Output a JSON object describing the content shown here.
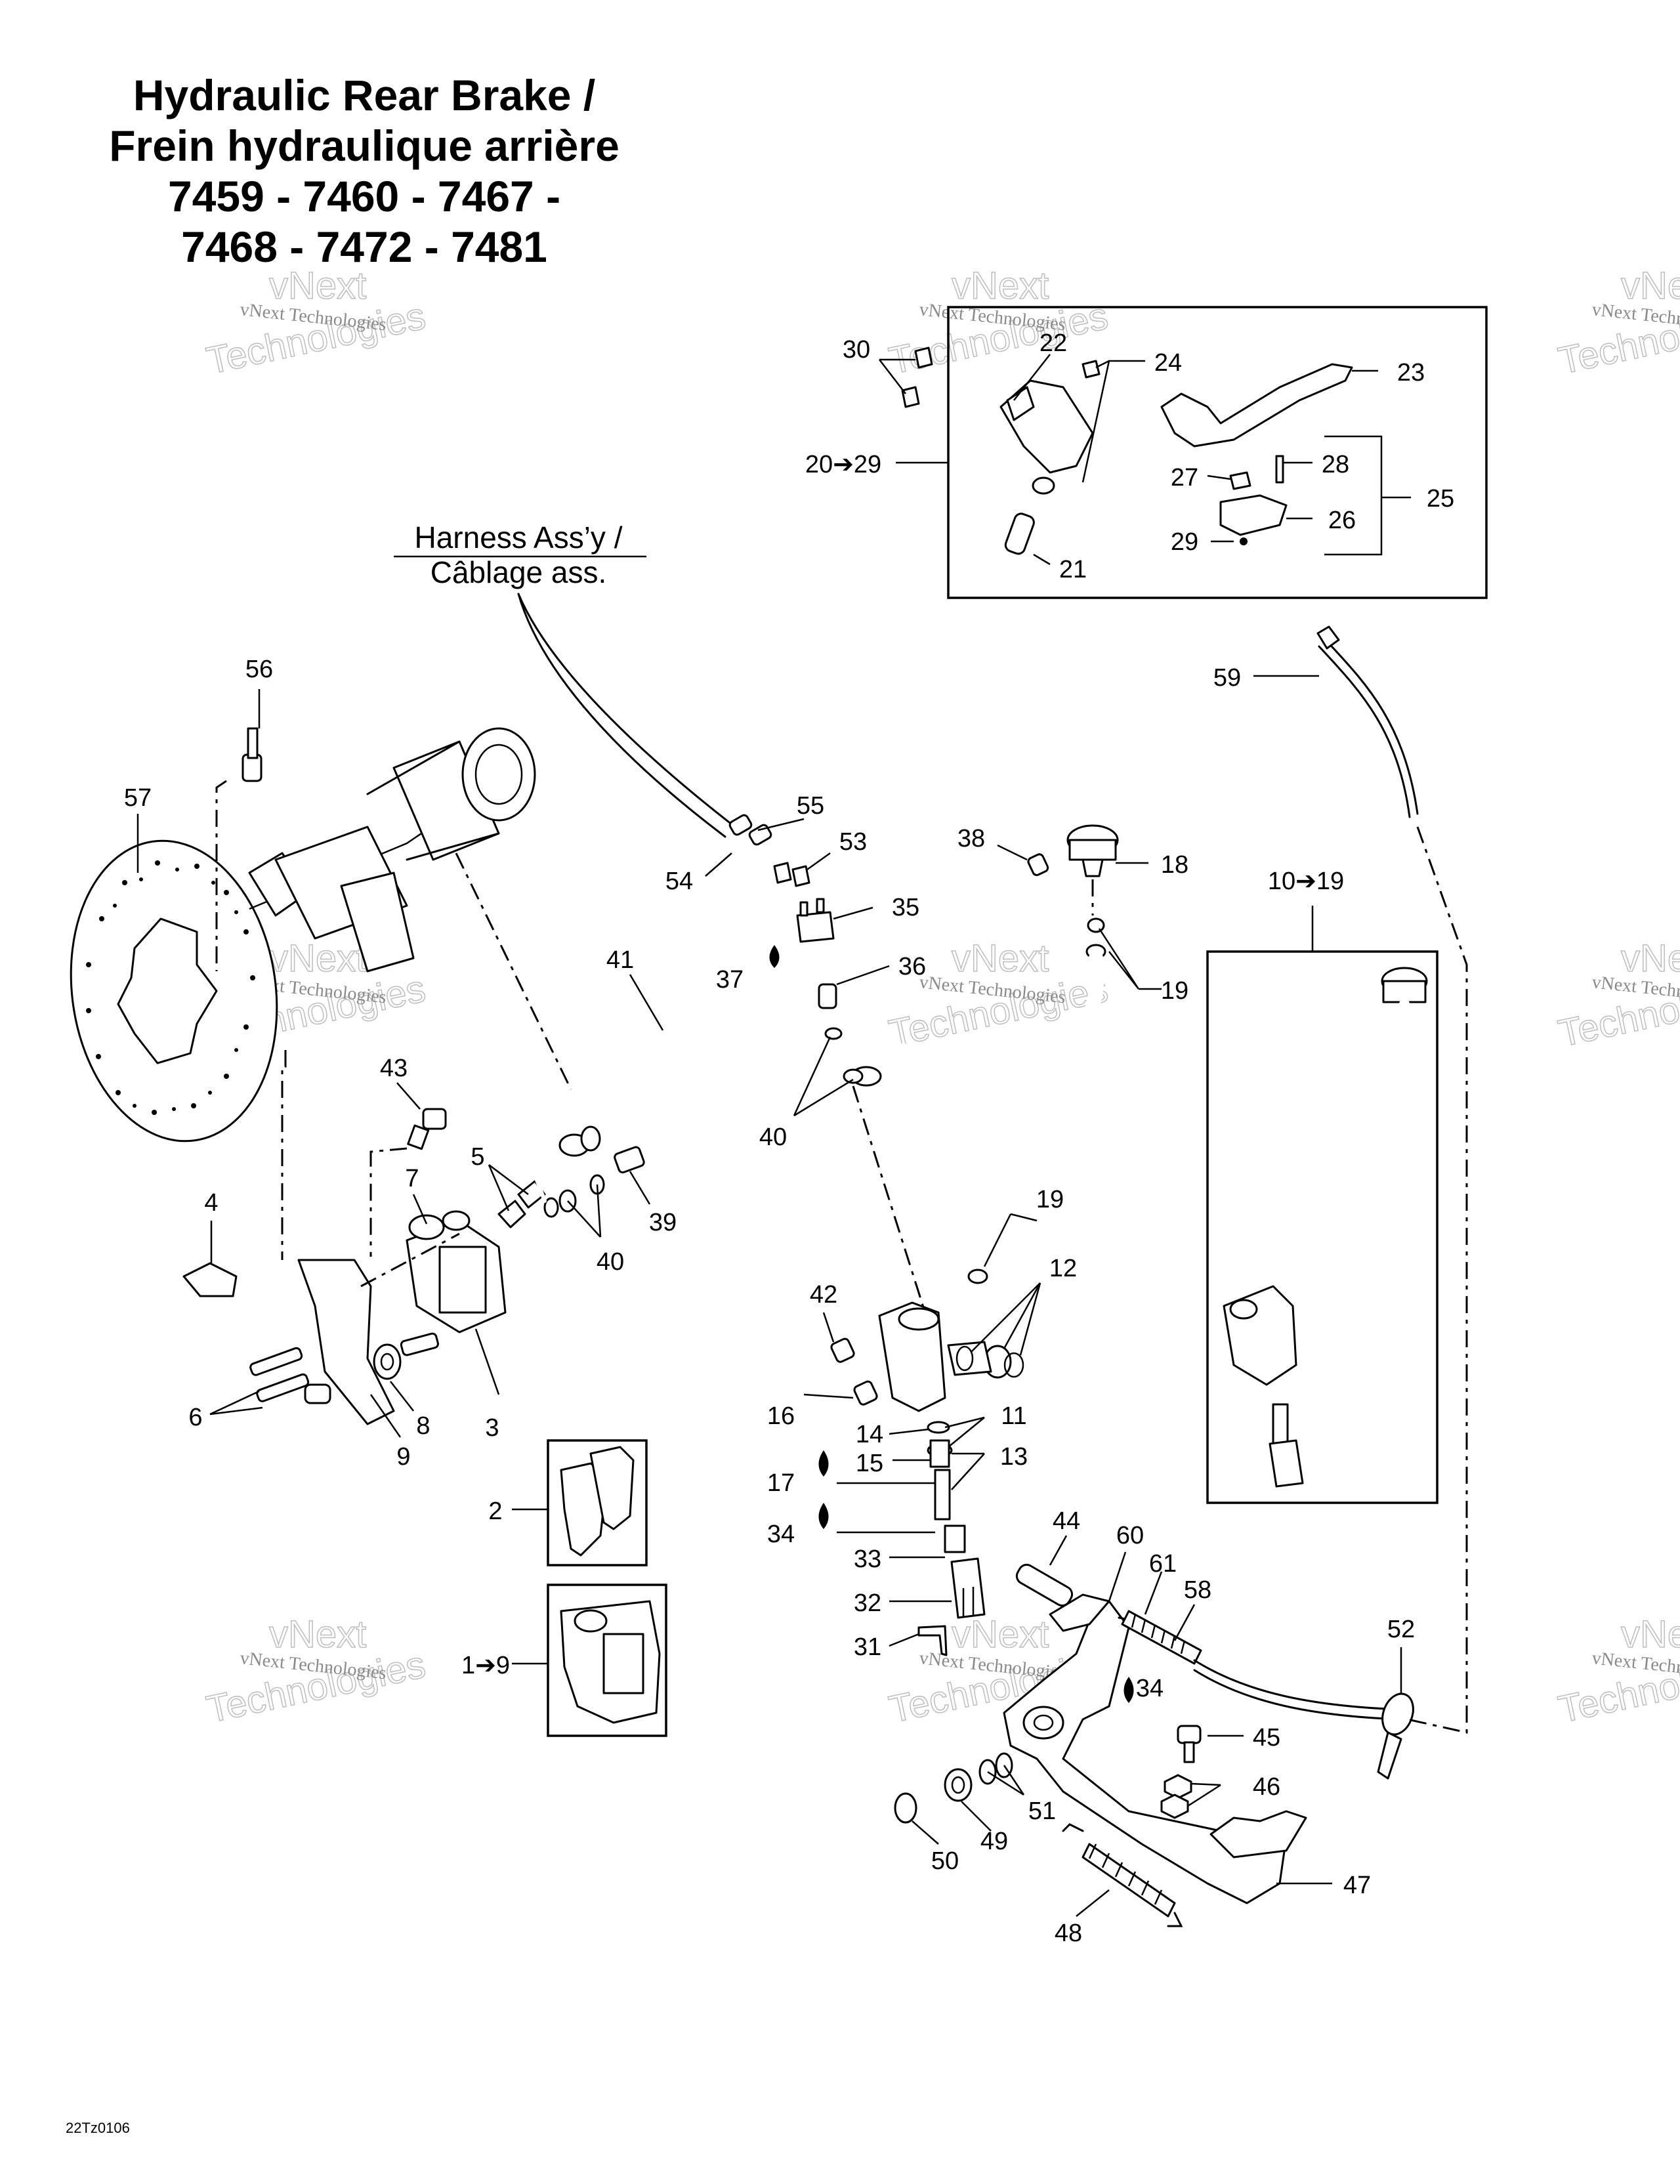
{
  "title": {
    "lines": [
      "Hydraulic Rear Brake /",
      "Frein hydraulique arrière",
      "7459 - 7460 - 7467 -",
      "7468 - 7472 - 7481"
    ]
  },
  "harness_label": {
    "lines": [
      "Harness Ass’y /",
      "Câblage ass."
    ]
  },
  "watermark": {
    "small": "vNext Technologies",
    "big_top": "vNext",
    "big_bottom": "Technologies"
  },
  "drawing_code": "22Tz0106",
  "callouts": [
    {
      "id": "c30",
      "text": "30"
    },
    {
      "id": "c22",
      "text": "22"
    },
    {
      "id": "c24",
      "text": "24"
    },
    {
      "id": "c23",
      "text": "23"
    },
    {
      "id": "c20",
      "text": "20➔29"
    },
    {
      "id": "c28",
      "text": "28"
    },
    {
      "id": "c27",
      "text": "27"
    },
    {
      "id": "c25",
      "text": "25"
    },
    {
      "id": "c26",
      "text": "26"
    },
    {
      "id": "c29",
      "text": "29"
    },
    {
      "id": "c21",
      "text": "21"
    },
    {
      "id": "c59",
      "text": "59"
    },
    {
      "id": "c56",
      "text": "56"
    },
    {
      "id": "c57",
      "text": "57"
    },
    {
      "id": "c55",
      "text": "55"
    },
    {
      "id": "c53",
      "text": "53"
    },
    {
      "id": "c54",
      "text": "54"
    },
    {
      "id": "c38",
      "text": "38"
    },
    {
      "id": "c18",
      "text": "18"
    },
    {
      "id": "c10",
      "text": "10➔19"
    },
    {
      "id": "c35",
      "text": "35"
    },
    {
      "id": "c41",
      "text": "41"
    },
    {
      "id": "c37",
      "text": "37"
    },
    {
      "id": "c36",
      "text": "36"
    },
    {
      "id": "c19a",
      "text": "19"
    },
    {
      "id": "c43",
      "text": "43"
    },
    {
      "id": "c40a",
      "text": "40"
    },
    {
      "id": "c5",
      "text": "5"
    },
    {
      "id": "c7",
      "text": "7"
    },
    {
      "id": "c4",
      "text": "4"
    },
    {
      "id": "c39",
      "text": "39"
    },
    {
      "id": "c40b",
      "text": "40"
    },
    {
      "id": "c19b",
      "text": "19"
    },
    {
      "id": "c12",
      "text": "12"
    },
    {
      "id": "c42",
      "text": "42"
    },
    {
      "id": "c6",
      "text": "6"
    },
    {
      "id": "c8",
      "text": "8"
    },
    {
      "id": "c9",
      "text": "9"
    },
    {
      "id": "c3",
      "text": "3"
    },
    {
      "id": "c16",
      "text": "16"
    },
    {
      "id": "c11",
      "text": "11"
    },
    {
      "id": "c14",
      "text": "14"
    },
    {
      "id": "c13",
      "text": "13"
    },
    {
      "id": "c15",
      "text": "15"
    },
    {
      "id": "c17",
      "text": "17"
    },
    {
      "id": "c2",
      "text": "2"
    },
    {
      "id": "c34a",
      "text": "34"
    },
    {
      "id": "c44",
      "text": "44"
    },
    {
      "id": "c60",
      "text": "60"
    },
    {
      "id": "c33",
      "text": "33"
    },
    {
      "id": "c61",
      "text": "61"
    },
    {
      "id": "c58",
      "text": "58"
    },
    {
      "id": "c32",
      "text": "32"
    },
    {
      "id": "c52",
      "text": "52"
    },
    {
      "id": "c31",
      "text": "31"
    },
    {
      "id": "c1",
      "text": "1➔9"
    },
    {
      "id": "c34b",
      "text": "34"
    },
    {
      "id": "c45",
      "text": "45"
    },
    {
      "id": "c46",
      "text": "46"
    },
    {
      "id": "c51",
      "text": "51"
    },
    {
      "id": "c49",
      "text": "49"
    },
    {
      "id": "c50",
      "text": "50"
    },
    {
      "id": "c47",
      "text": "47"
    },
    {
      "id": "c48",
      "text": "48"
    }
  ]
}
